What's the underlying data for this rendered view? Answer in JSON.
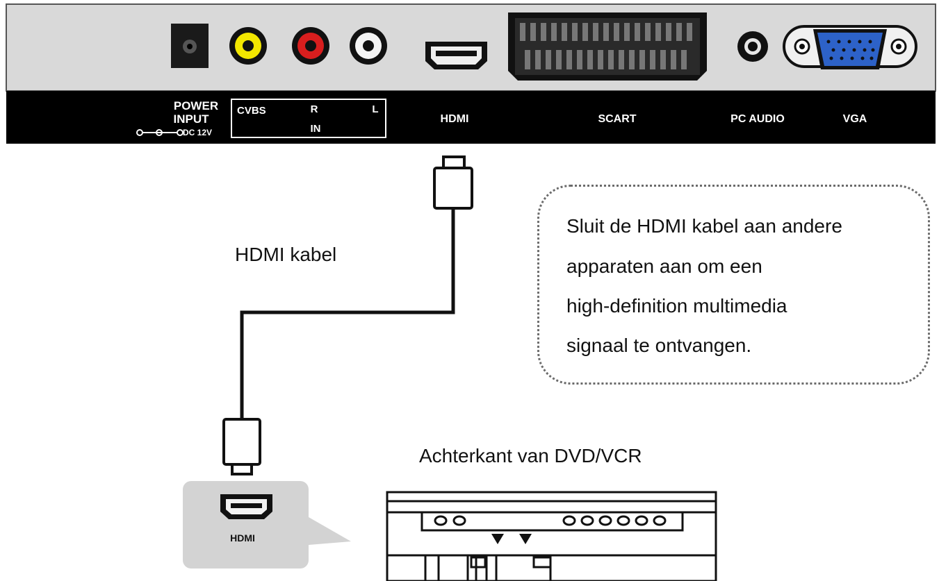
{
  "panel": {
    "power_line1": "POWER",
    "power_line2": "INPUT",
    "power_dc": "DC 12V",
    "cvbs": "CVBS",
    "r": "R",
    "l": "L",
    "in": "IN",
    "hdmi": "HDMI",
    "scart": "SCART",
    "pc_audio": "PC AUDIO",
    "vga": "VGA"
  },
  "cable_label": "HDMI kabel",
  "note": {
    "line1": "Sluit de HDMI kabel aan andere",
    "line2": "apparaten aan om een",
    "line3": "high-definition multimedia",
    "line4": "signaal te ontvangen."
  },
  "device": {
    "caption": "Achterkant van DVD/VCR",
    "port_label": "HDMI"
  },
  "colors": {
    "panel_fill": "#d9d9d9",
    "label_bar": "#000000",
    "rca_yellow": "#f2e600",
    "rca_red": "#d81e1e",
    "vga_blue": "#2d62c8",
    "callout_fill": "#d3d3d3"
  }
}
